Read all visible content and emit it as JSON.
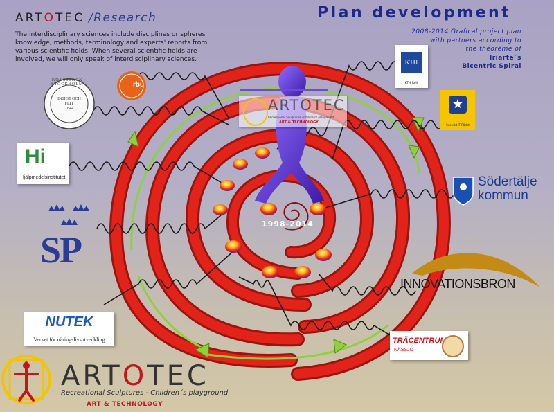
{
  "header": {
    "brand": "ART",
    "brand_o": "O",
    "brand_tail": "TEC",
    "section": "/Research",
    "intro": "The interdisciplinary sciences include disciplines or spheres knowledge, methods, terminology and experts' reports from various scientific fields. When several scientific fields are involved, we will only speak of interdisciplinary sciences."
  },
  "plan": {
    "title": "Plan development",
    "subtitle_line1": "2008-2014 Grafical project plan",
    "subtitle_line2": "with partners according to",
    "subtitle_line3": "the théoréme of",
    "subtitle_line4": "Iriarte´s",
    "subtitle_line5": "Bicentric Spiral"
  },
  "center": {
    "years": "1998-2014",
    "brand": "ARTOTEC",
    "brand_sub": "Recreational Sculptures - Children's playground",
    "brand_at": "ART & TECHNOLOGY"
  },
  "partners": {
    "konstfack_ring": "KONSTFACK · STOCKHOLM ·",
    "konstfack_center": "INSIGT OCH FLIT",
    "konstfack_year": "1844",
    "rbu": "rbu",
    "hi_mark": "Hi",
    "hi_label": "Hjälpmedelsinstitutet",
    "sp": "SP",
    "nutek": "NUTEK",
    "nutek_label": "Verket för näringslivsutveckling",
    "kth_mark": "KTH",
    "kth_label": "KTH Rolf",
    "navigator_label": "Svenskt IT-Rådet",
    "sodertalje_line1": "Södertälje",
    "sodertalje_line2": "kommun",
    "innovationsbron": "INNOVATIONSBRON",
    "tracentrum": "TRÄCENTRUM",
    "tracentrum_sub": "NÄSSJÖ"
  },
  "footer": {
    "brand_a": "ART",
    "brand_o": "O",
    "brand_b": "TEC",
    "tagline": "Recreational Sculptures - Children´s playground",
    "at": "ART & TECHNOLOGY"
  },
  "colors": {
    "spiral_red": "#e2231a",
    "arrow_green": "#8fd13a",
    "title_blue": "#1b2a8a",
    "figure_purple": "#5b2bd0"
  }
}
